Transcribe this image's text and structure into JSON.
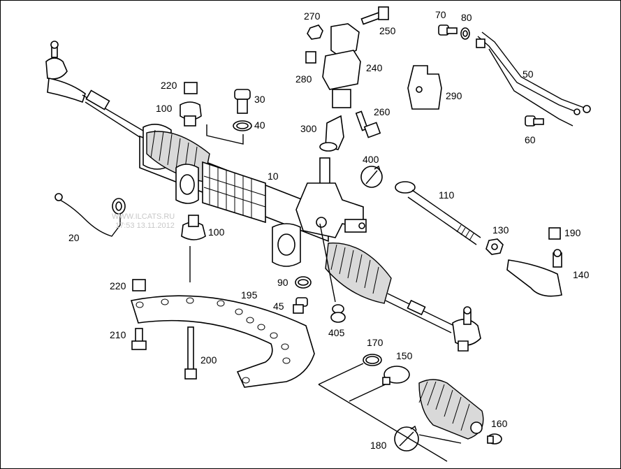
{
  "watermark": {
    "line1": "WWW.ILCATS.RU",
    "line2": "17:53 13.11.2012"
  },
  "labels": [
    {
      "id": "10",
      "text": "10"
    },
    {
      "id": "20",
      "text": "20"
    },
    {
      "id": "30",
      "text": "30"
    },
    {
      "id": "40",
      "text": "40"
    },
    {
      "id": "45",
      "text": "45"
    },
    {
      "id": "50",
      "text": "50"
    },
    {
      "id": "60",
      "text": "60"
    },
    {
      "id": "70",
      "text": "70"
    },
    {
      "id": "80",
      "text": "80"
    },
    {
      "id": "90",
      "text": "90"
    },
    {
      "id": "100a",
      "text": "100"
    },
    {
      "id": "100b",
      "text": "100"
    },
    {
      "id": "110",
      "text": "110"
    },
    {
      "id": "130",
      "text": "130"
    },
    {
      "id": "140",
      "text": "140"
    },
    {
      "id": "150",
      "text": "150"
    },
    {
      "id": "160",
      "text": "160"
    },
    {
      "id": "170",
      "text": "170"
    },
    {
      "id": "180",
      "text": "180"
    },
    {
      "id": "190",
      "text": "190"
    },
    {
      "id": "195",
      "text": "195"
    },
    {
      "id": "200",
      "text": "200"
    },
    {
      "id": "210",
      "text": "210"
    },
    {
      "id": "220a",
      "text": "220"
    },
    {
      "id": "220b",
      "text": "220"
    },
    {
      "id": "240",
      "text": "240"
    },
    {
      "id": "250",
      "text": "250"
    },
    {
      "id": "260",
      "text": "260"
    },
    {
      "id": "270",
      "text": "270"
    },
    {
      "id": "280",
      "text": "280"
    },
    {
      "id": "290",
      "text": "290"
    },
    {
      "id": "300",
      "text": "300"
    },
    {
      "id": "400",
      "text": "400"
    },
    {
      "id": "405",
      "text": "405"
    }
  ]
}
